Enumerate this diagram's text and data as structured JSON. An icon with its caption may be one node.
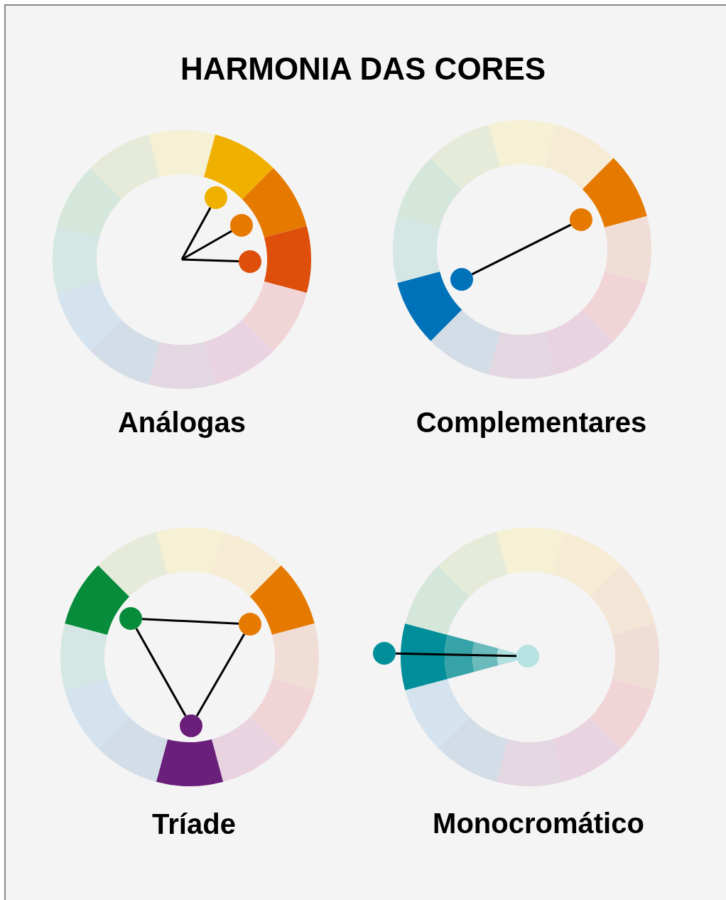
{
  "diagram": {
    "title": "HARMONIA DAS CORES",
    "nodes": [
      {
        "text": [],
        "shape": "circle"
      },
      {
        "text": [],
        "shape": "circle"
      },
      {
        "text": [],
        "shape": "circle"
      },
      {
        "text": [],
        "shape": "circle"
      },
      {
        "text": [],
        "shape": "circle"
      },
      {
        "text": [],
        "shape": "circle"
      },
      {
        "text": [],
        "shape": "circle"
      },
      {
        "text": [],
        "shape": "circle"
      },
      {
        "text": [],
        "shape": "circle"
      },
      {
        "text": [],
        "shape": "circle"
      }
    ],
    "edges": [
      {
        "from": null,
        "to": 0,
        "arrow": "none"
      },
      {
        "from": null,
        "to": 1,
        "arrow": "none"
      },
      {
        "from": null,
        "to": 2,
        "arrow": "none"
      },
      {
        "from": 3,
        "to": 4,
        "arrow": "none"
      },
      {
        "from": 5,
        "to": 6,
        "arrow": "none"
      },
      {
        "from": 6,
        "to": 7,
        "arrow": "none"
      },
      {
        "from": 7,
        "to": 5,
        "arrow": "none"
      },
      {
        "from": 8,
        "to": 9,
        "arrow": "none"
      }
    ],
    "labels": [
      "Análogas",
      "Complementares",
      "Tríade",
      "Monocromático"
    ]
  }
}
